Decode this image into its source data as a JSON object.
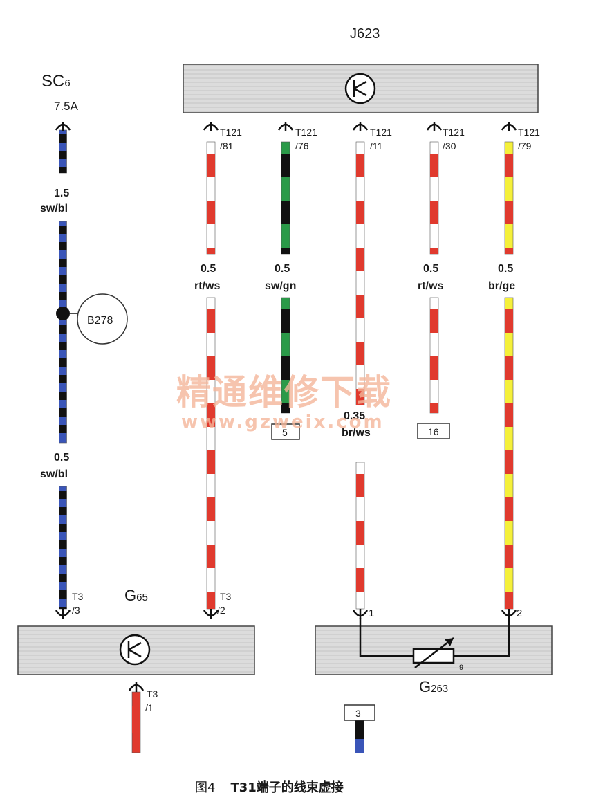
{
  "title": "J623",
  "ecu": {
    "name": "J623"
  },
  "fuse": {
    "name": "SC",
    "subscript": "6",
    "rating": "7.5A"
  },
  "splice": {
    "name": "B278"
  },
  "left_wire": {
    "upper": {
      "size": "1.5",
      "color": "sw/bl"
    },
    "lower": {
      "size": "0.5",
      "color": "sw/bl"
    },
    "colors": {
      "base": "#3a55b8",
      "stripe": "#111111"
    }
  },
  "ecu_pins": [
    {
      "pin": "T121",
      "num": "/81",
      "size": "0.5",
      "color": "rt/ws",
      "base": "#ffffff",
      "stripe": "#e03a2e"
    },
    {
      "pin": "T121",
      "num": "/76",
      "size": "0.5",
      "color": "sw/gn",
      "base": "#2a9a48",
      "stripe": "#111111"
    },
    {
      "pin": "T121",
      "num": "/11",
      "size": "0.35",
      "color": "br/ws",
      "base": "#ffffff",
      "stripe": "#e03a2e"
    },
    {
      "pin": "T121",
      "num": "/30",
      "size": "0.5",
      "color": "rt/ws",
      "base": "#ffffff",
      "stripe": "#e03a2e"
    },
    {
      "pin": "T121",
      "num": "/79",
      "size": "0.5",
      "color": "br/ge",
      "base": "#f5f03a",
      "stripe": "#e03a2e"
    }
  ],
  "terminals": {
    "t5": "5",
    "t16": "16",
    "t3": "3"
  },
  "g65": {
    "name": "G",
    "subscript": "65",
    "pins": [
      {
        "pin": "T3",
        "num": "/3"
      },
      {
        "pin": "T3",
        "num": "/2"
      },
      {
        "pin": "T3",
        "num": "/1"
      }
    ]
  },
  "g263": {
    "name": "G",
    "subscript": "263",
    "pin1": "1",
    "pin2": "2",
    "mark": "9"
  },
  "watermark": {
    "line1": "精通维修下载",
    "line2": "www.gzweix.com"
  },
  "caption": {
    "fig": "图4",
    "text": "T31端子的线束虚接"
  }
}
